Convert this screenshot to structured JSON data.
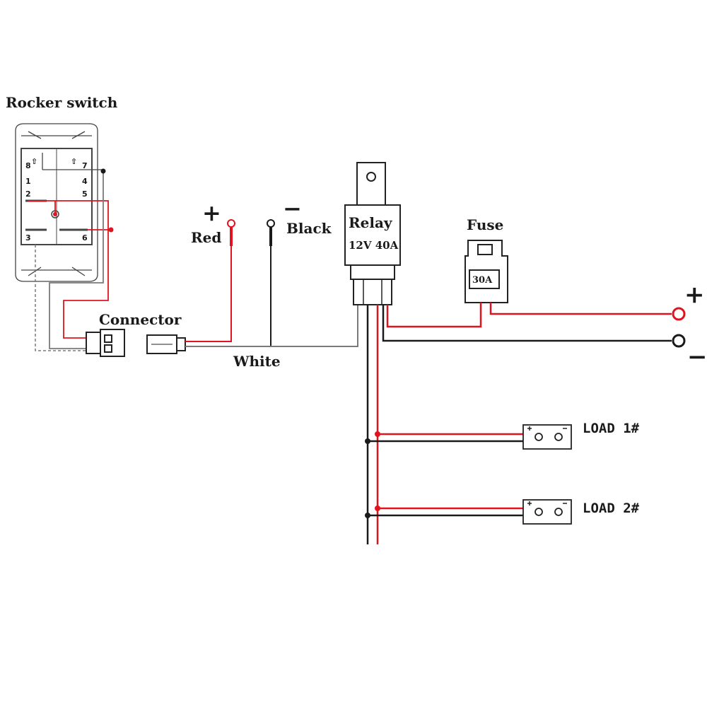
{
  "labels": {
    "rocker_switch": "Rocker switch",
    "red": "Red",
    "black": "Black",
    "connector": "Connector",
    "white": "White",
    "relay": "Relay",
    "relay_rating": "12V 40A",
    "fuse": "Fuse",
    "fuse_rating": "30A",
    "load1": "LOAD 1#",
    "load2": "LOAD 2#"
  },
  "symbols": {
    "plus": "+",
    "minus": "−",
    "arrow_up": "⇧"
  },
  "switch_pins": [
    "8",
    "7",
    "1",
    "4",
    "2",
    "5",
    "3",
    "6"
  ],
  "colors": {
    "wire_red": "#e0141e",
    "wire_black": "#1a1a1a",
    "wire_white": "#7a7a7a"
  }
}
